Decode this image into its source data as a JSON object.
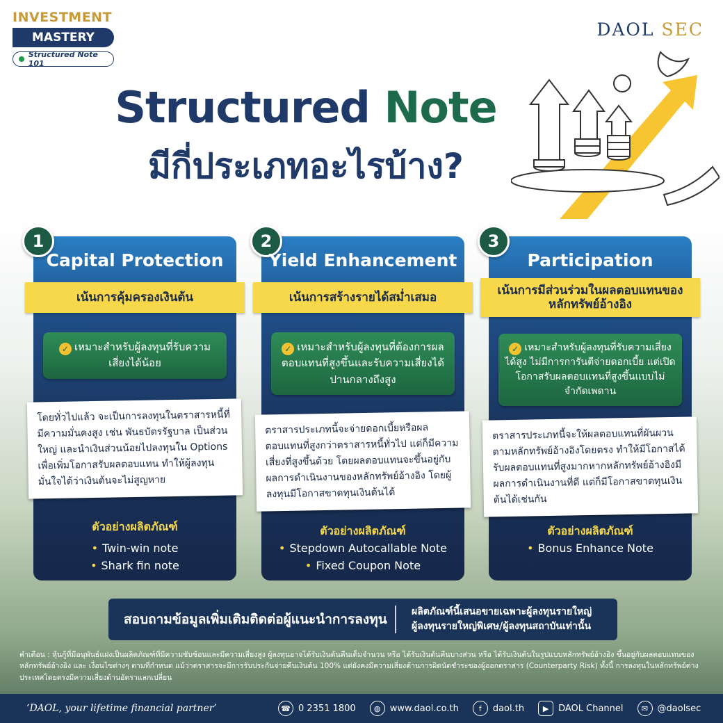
{
  "header": {
    "brand_top": "INVESTMENT",
    "brand_mid": "MASTERY",
    "brand_sub": "Structured Note 101",
    "logo_main": "DAOL",
    "logo_sec": "SEC"
  },
  "title": {
    "line1_a": "Structured",
    "line1_b": "Note",
    "line2": "มีกี่ประเภทอะไรบ้าง?"
  },
  "cards": [
    {
      "number": "1",
      "title": "Capital Protection",
      "ribbon": "เน้นการคุ้มครองเงินต้น",
      "suit": "เหมาะสำหรับผู้ลงทุนที่รับความเสี่ยงได้น้อย",
      "desc": "โดยทั่วไปแล้ว จะเป็นการลงทุนในตราสารหนี้ที่มีความมั่นคงสูง เช่น พันธบัตรรัฐบาล เป็นส่วนใหญ่ และนำเงินส่วนน้อยไปลงทุนใน Options เพื่อเพิ่มโอกาสรับผลตอบแทน ทำให้ผู้ลงทุนมั่นใจได้ว่าเงินต้นจะไม่สูญหาย",
      "ex_title": "ตัวอย่างผลิตภัณฑ์",
      "examples": [
        "Twin-win note",
        "Shark fin note"
      ]
    },
    {
      "number": "2",
      "title": "Yield Enhancement",
      "ribbon": "เน้นการสร้างรายได้สม่ำเสมอ",
      "suit": "เหมาะสำหรับผู้ลงทุนที่ต้องการผลตอบแทนที่สูงขึ้นและรับความเสี่ยงได้ปานกลางถึงสูง",
      "desc": "ตราสารประเภทนี้จะจ่ายดอกเบี้ยหรือผลตอบแทนที่สูงกว่าตราสารหนี้ทั่วไป แต่ก็มีความเสี่ยงที่สูงขึ้นด้วย โดยผลตอบแทนจะขึ้นอยู่กับผลการดำเนินงานของหลักทรัพย์อ้างอิง โดยผู้ลงทุนมีโอกาสขาดทุนเงินต้นได้",
      "ex_title": "ตัวอย่างผลิตภัณฑ์",
      "examples": [
        "Stepdown Autocallable Note",
        "Fixed Coupon Note"
      ]
    },
    {
      "number": "3",
      "title": "Participation",
      "ribbon": "เน้นการมีส่วนร่วมในผลตอบแทนของหลักทรัพย์อ้างอิง",
      "suit": "เหมาะสำหรับผู้ลงทุนที่รับความเสี่ยงได้สูง ไม่มีการการันตีจ่ายดอกเบี้ย แต่เปิดโอกาสรับผลตอบแทนที่สูงขึ้นแบบไม่จำกัดเพดาน",
      "desc": "ตราสารประเภทนี้จะให้ผลตอบแทนที่ผันผวนตามหลักทรัพย์อ้างอิงโดยตรง ทำให้มีโอกาสได้รับผลตอบแทนที่สูงมากหากหลักทรัพย์อ้างอิงมีผลการดำเนินงานที่ดี แต่ก็มีโอกาสขาดทุนเงินต้นได้เช่นกัน",
      "ex_title": "ตัวอย่างผลิตภัณฑ์",
      "examples": [
        "Bonus Enhance Note"
      ]
    }
  ],
  "contact": {
    "left": "สอบถามข้อมูลเพิ่มเติมติดต่อผู้แนะนำการลงทุน",
    "right_1": "ผลิตภัณฑ์นี้เสนอขายเฉพาะผู้ลงทุนรายใหญ่",
    "right_2": "ผู้ลงทุนรายใหญ่พิเศษ/ผู้ลงทุนสถาบันเท่านั้น"
  },
  "warning": "คำเตือน : หุ้นกู้ที่มีอนุพันธ์แฝงเป็นผลิตภัณฑ์ที่มีความซับซ้อนและมีความเสี่ยงสูง ผู้ลงทุนอาจได้รับเงินต้นคืนเต็มจำนวน หรือ ได้รับเงินต้นคืนบางส่วน หรือ ได้รับเงินต้นในรูปแบบหลักทรัพย์อ้างอิง ขึ้นอยู่กับผลตอบแทนของหลักทรัพย์อ้างอิง และ เงื่อนไขต่างๆ ตามที่กำหนด แม้ว่าตราสารจะมีการรับประกันจ่ายคืนเงินต้น 100% แต่ยังคงมีความเสี่ยงด้านการผิดนัดชำระของผู้ออกตราสาร (Counterparty Risk) ทั้งนี้ การลงทุนในหลักทรัพย์ต่างประเทศโดยตรงมีความเสี่ยงด้านอัตราแลกเปลี่ยน",
  "footer": {
    "tagline": "‘DAOL, your lifetime financial partner’",
    "phone": "0 2351 1800",
    "web": "www.daol.co.th",
    "facebook": "daol.th",
    "youtube": "DAOL Channel",
    "line": "@daolsec"
  },
  "colors": {
    "navy": "#1f3a68",
    "green": "#1d6b4c",
    "yellow": "#f6d84a",
    "gold": "#c79a3a"
  }
}
